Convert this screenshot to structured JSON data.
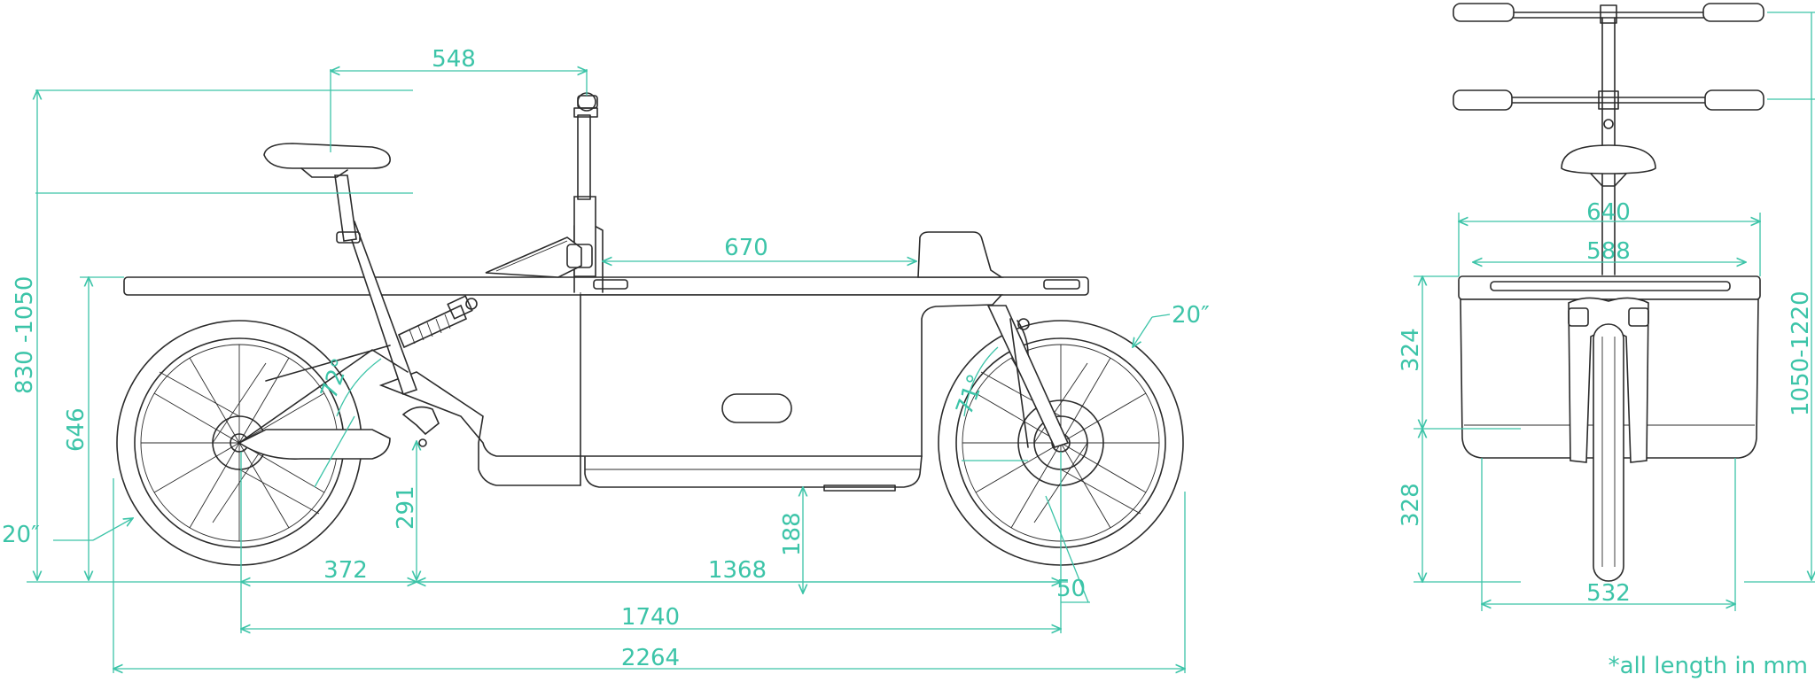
{
  "accent_color": "#3cc4a8",
  "line_color": "#2b2b2b",
  "side_view": {
    "dimensions": {
      "seat_to_bar": "548",
      "cargo_length": "670",
      "wheel_front": "20″",
      "wheel_rear": "20″",
      "saddle_height": "830 -1050",
      "deck_height": "646",
      "crank_height": "291",
      "rear_to_crank": "372",
      "crank_to_front": "1368",
      "box_ground": "188",
      "trail": "50",
      "wheelbase": "1740",
      "total_length": "2264",
      "seat_angle": "72°",
      "head_angle": "71°"
    }
  },
  "front_view": {
    "dimensions": {
      "outer_width": "640",
      "inner_width": "588",
      "box_upper_height": "324",
      "box_lower_height": "328",
      "bar_height": "1050-1220",
      "bottom_width": "532"
    }
  },
  "note": "*all length in mm"
}
